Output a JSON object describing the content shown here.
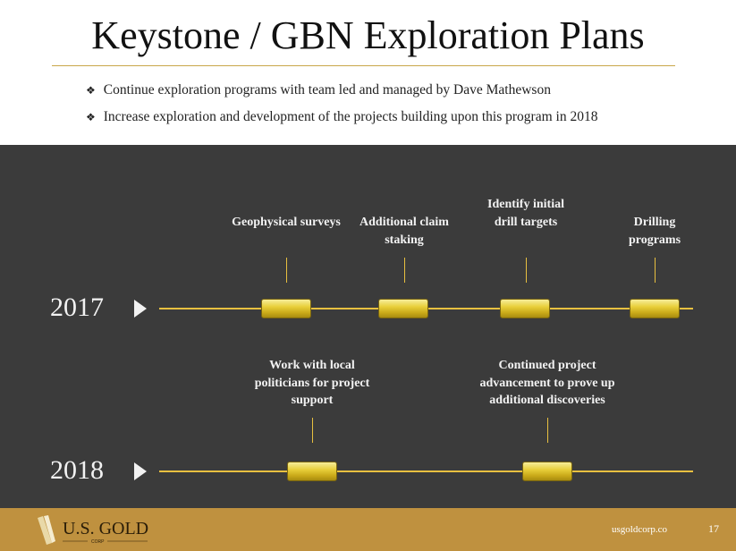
{
  "title": "Keystone / GBN Exploration Plans",
  "bullets": [
    "Continue exploration programs with team led and managed by Dave Mathewson",
    "Increase exploration and development of the projects building upon this program in 2018"
  ],
  "timeline": {
    "y2017": {
      "year": "2017",
      "milestones": [
        "Geophysical surveys",
        "Additional claim staking",
        "Identify initial drill targets",
        "Drilling programs"
      ]
    },
    "y2018": {
      "year": "2018",
      "milestones": [
        "Work with local politicians for project support",
        "Continued project advancement to prove up additional discoveries"
      ]
    }
  },
  "footer": {
    "logo": "U.S. GOLD",
    "logo_sub": "CORP",
    "url": "usgoldcorp.co",
    "page": "17"
  }
}
